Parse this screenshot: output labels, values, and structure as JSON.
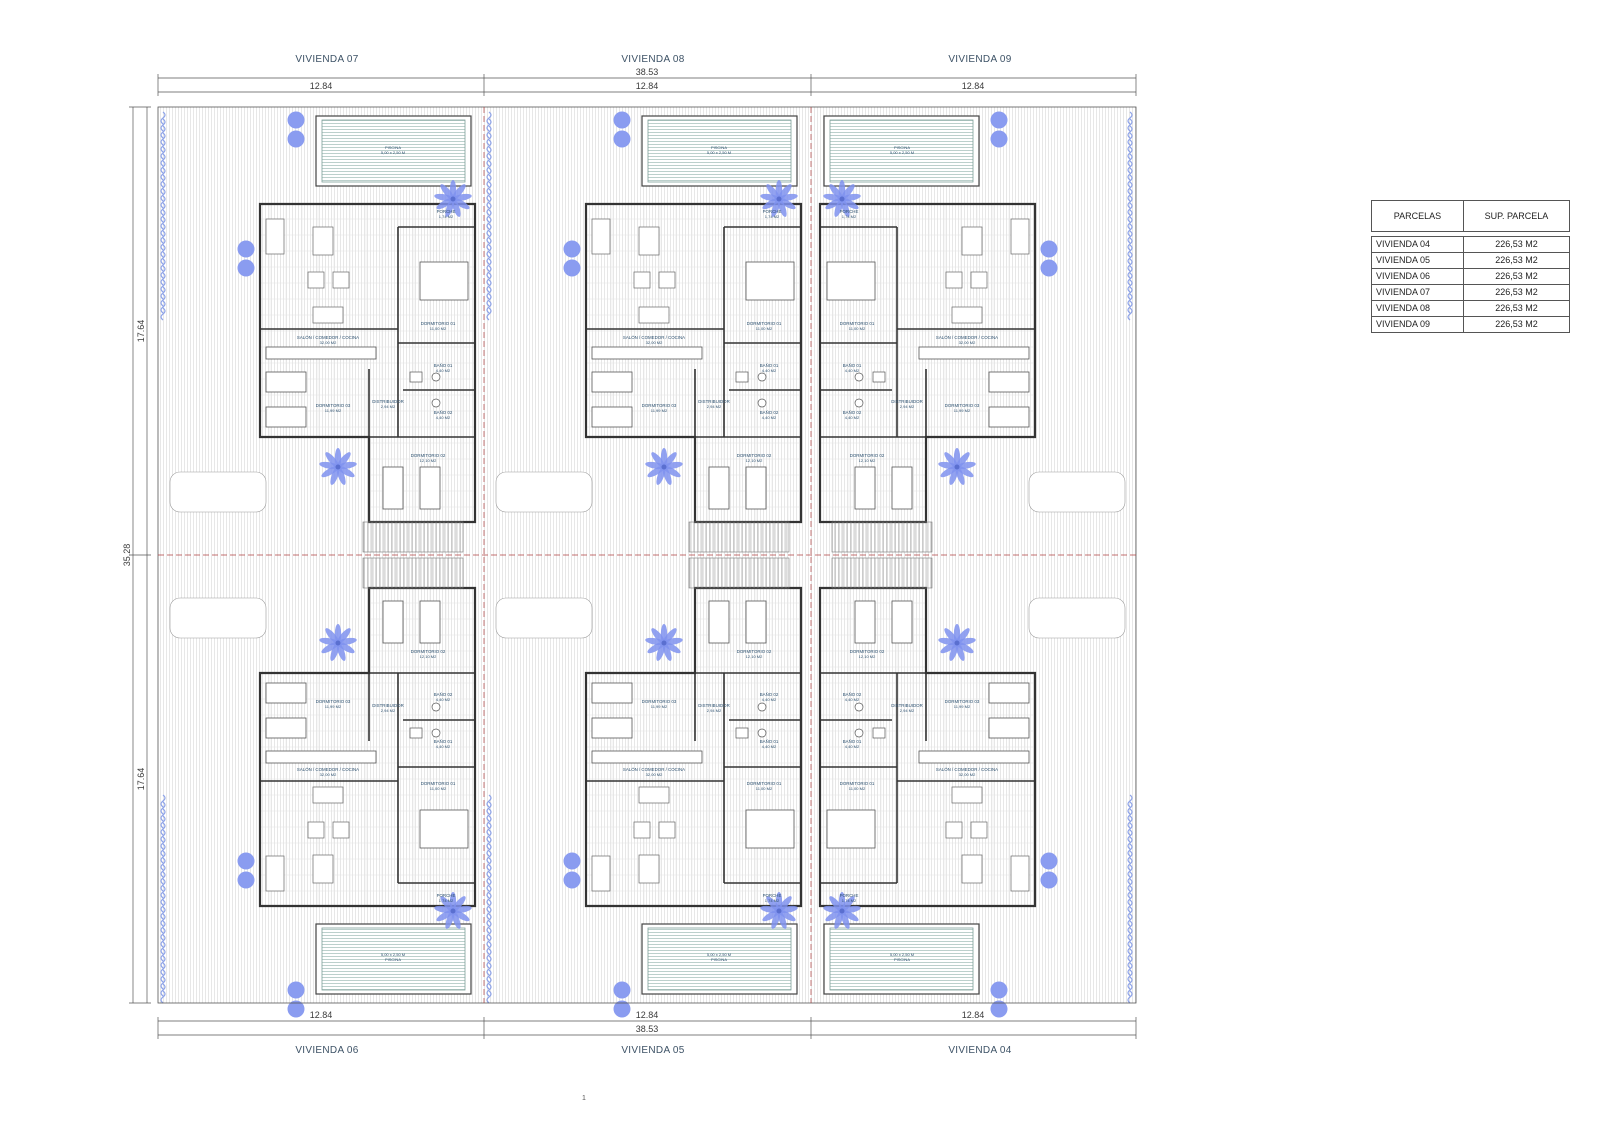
{
  "drawing": {
    "top_units": [
      "VIVIENDA 07",
      "VIVIENDA 08",
      "VIVIENDA 09"
    ],
    "bottom_units": [
      "VIVIENDA 06",
      "VIVIENDA 05",
      "VIVIENDA 04"
    ],
    "total_width": "38.53",
    "unit_width": "12.84",
    "total_depth": "35.28",
    "half_depth": "17.64",
    "page_number": "1"
  },
  "rooms": {
    "piscina": "PISCINA",
    "piscina_size": "5,00 x 2,50 M",
    "porche": "PORCHE",
    "porche_area": "1,74 M2",
    "salon": "SALÓN / COMEDOR / COCINA",
    "salon_area": "32,00 M2",
    "dorm1": "DORMITORIO 01",
    "dorm1_area": "11,00 M2",
    "dorm2": "DORMITORIO 02",
    "dorm2_area": "12,10 M2",
    "dorm3": "DORMITORIO 03",
    "dorm3_area": "11,99 M2",
    "bano1": "BAÑO 01",
    "bano1_area": "4,40 M2",
    "bano2": "BAÑO 02",
    "bano2_area": "4,40 M2",
    "distribuidor": "DISTRIBUIDOR",
    "distribuidor_area": "2,94 M2"
  },
  "table": {
    "headers": [
      "PARCELAS",
      "SUP. PARCELA"
    ],
    "rows": [
      {
        "name": "VIVIENDA 04",
        "area": "226,53 M2"
      },
      {
        "name": "VIVIENDA 05",
        "area": "226,53 M2"
      },
      {
        "name": "VIVIENDA 06",
        "area": "226,53 M2"
      },
      {
        "name": "VIVIENDA 07",
        "area": "226,53 M2"
      },
      {
        "name": "VIVIENDA 08",
        "area": "226,53 M2"
      },
      {
        "name": "VIVIENDA 09",
        "area": "226,53 M2"
      }
    ]
  },
  "colors": {
    "wall": "#333333",
    "thin": "#7a7a7a",
    "grass": "#c9c9c9",
    "pool": "#9fb9b4",
    "accent_blue": "#8a9cf0",
    "palm": "#7f92ee",
    "hedge": "#8fa4e8",
    "axis_red": "#b04040"
  }
}
